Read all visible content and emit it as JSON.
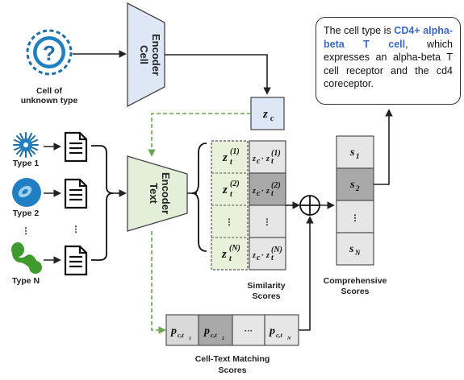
{
  "unknown_cell": {
    "label_line1": "Cell of",
    "label_line2": "unknown type"
  },
  "cell_encoder": {
    "line1": "Cell",
    "line2": "Encoder"
  },
  "text_encoder": {
    "line1": "Text",
    "line2": "Encoder"
  },
  "types": [
    {
      "label": "Type 1"
    },
    {
      "label": "Type 2"
    },
    {
      "label": "Type N"
    }
  ],
  "ellipsis": "⋮",
  "zc": {
    "base": "z",
    "sub": "c"
  },
  "text_embeddings": [
    {
      "base": "z",
      "sub": "t",
      "sup": "(1)"
    },
    {
      "base": "z",
      "sub": "t",
      "sup": "(2)"
    },
    {
      "base": "z",
      "sub": "t",
      "sup": "(N)"
    }
  ],
  "similarity": {
    "cells": [
      {
        "left": "z",
        "left_sub": "c",
        "dot": "·",
        "right": "z",
        "right_sub": "t",
        "right_sup": "(1)"
      },
      {
        "left": "z",
        "left_sub": "c",
        "dot": "·",
        "right": "z",
        "right_sub": "t",
        "right_sup": "(2)"
      },
      {
        "left": "z",
        "left_sub": "c",
        "dot": "·",
        "right": "z",
        "right_sub": "t",
        "right_sup": "(N)"
      }
    ],
    "label_line1": "Similarity",
    "label_line2": "Scores"
  },
  "comprehensive": {
    "cells": [
      {
        "base": "s",
        "sub": "1"
      },
      {
        "base": "s",
        "sub": "2"
      },
      {
        "base": "s",
        "sub": "N"
      }
    ],
    "label_line1": "Comprehensive",
    "label_line2": "Scores"
  },
  "matching": {
    "cells": [
      {
        "base": "p",
        "sub": "c,t",
        "subsub": "1"
      },
      {
        "base": "p",
        "sub": "c,t",
        "subsub": "2"
      },
      {
        "text": "···"
      },
      {
        "base": "p",
        "sub": "c,t",
        "subsub": "N"
      }
    ],
    "label_line1": "Cell-Text Matching",
    "label_line2": "Scores"
  },
  "answer": {
    "prefix": "The cell type is ",
    "highlight": "CD4+ alpha-beta T cell",
    "suffix": ", which expresses an alpha-beta T cell receptor and the cd4 coreceptor."
  },
  "colors": {
    "cell_encoder_fill": "#dde7f5",
    "text_encoder_fill": "#e3efd8",
    "embedding_fill": "#e8f2da",
    "highlight_gray": "#a9a9a9",
    "light_gray": "#e6e6e6",
    "dashed_arrow": "#6aa84f",
    "answer_highlight": "#3a68c4",
    "cell_blue": "#1f7fc2",
    "cell_green": "#3e9a2c"
  }
}
